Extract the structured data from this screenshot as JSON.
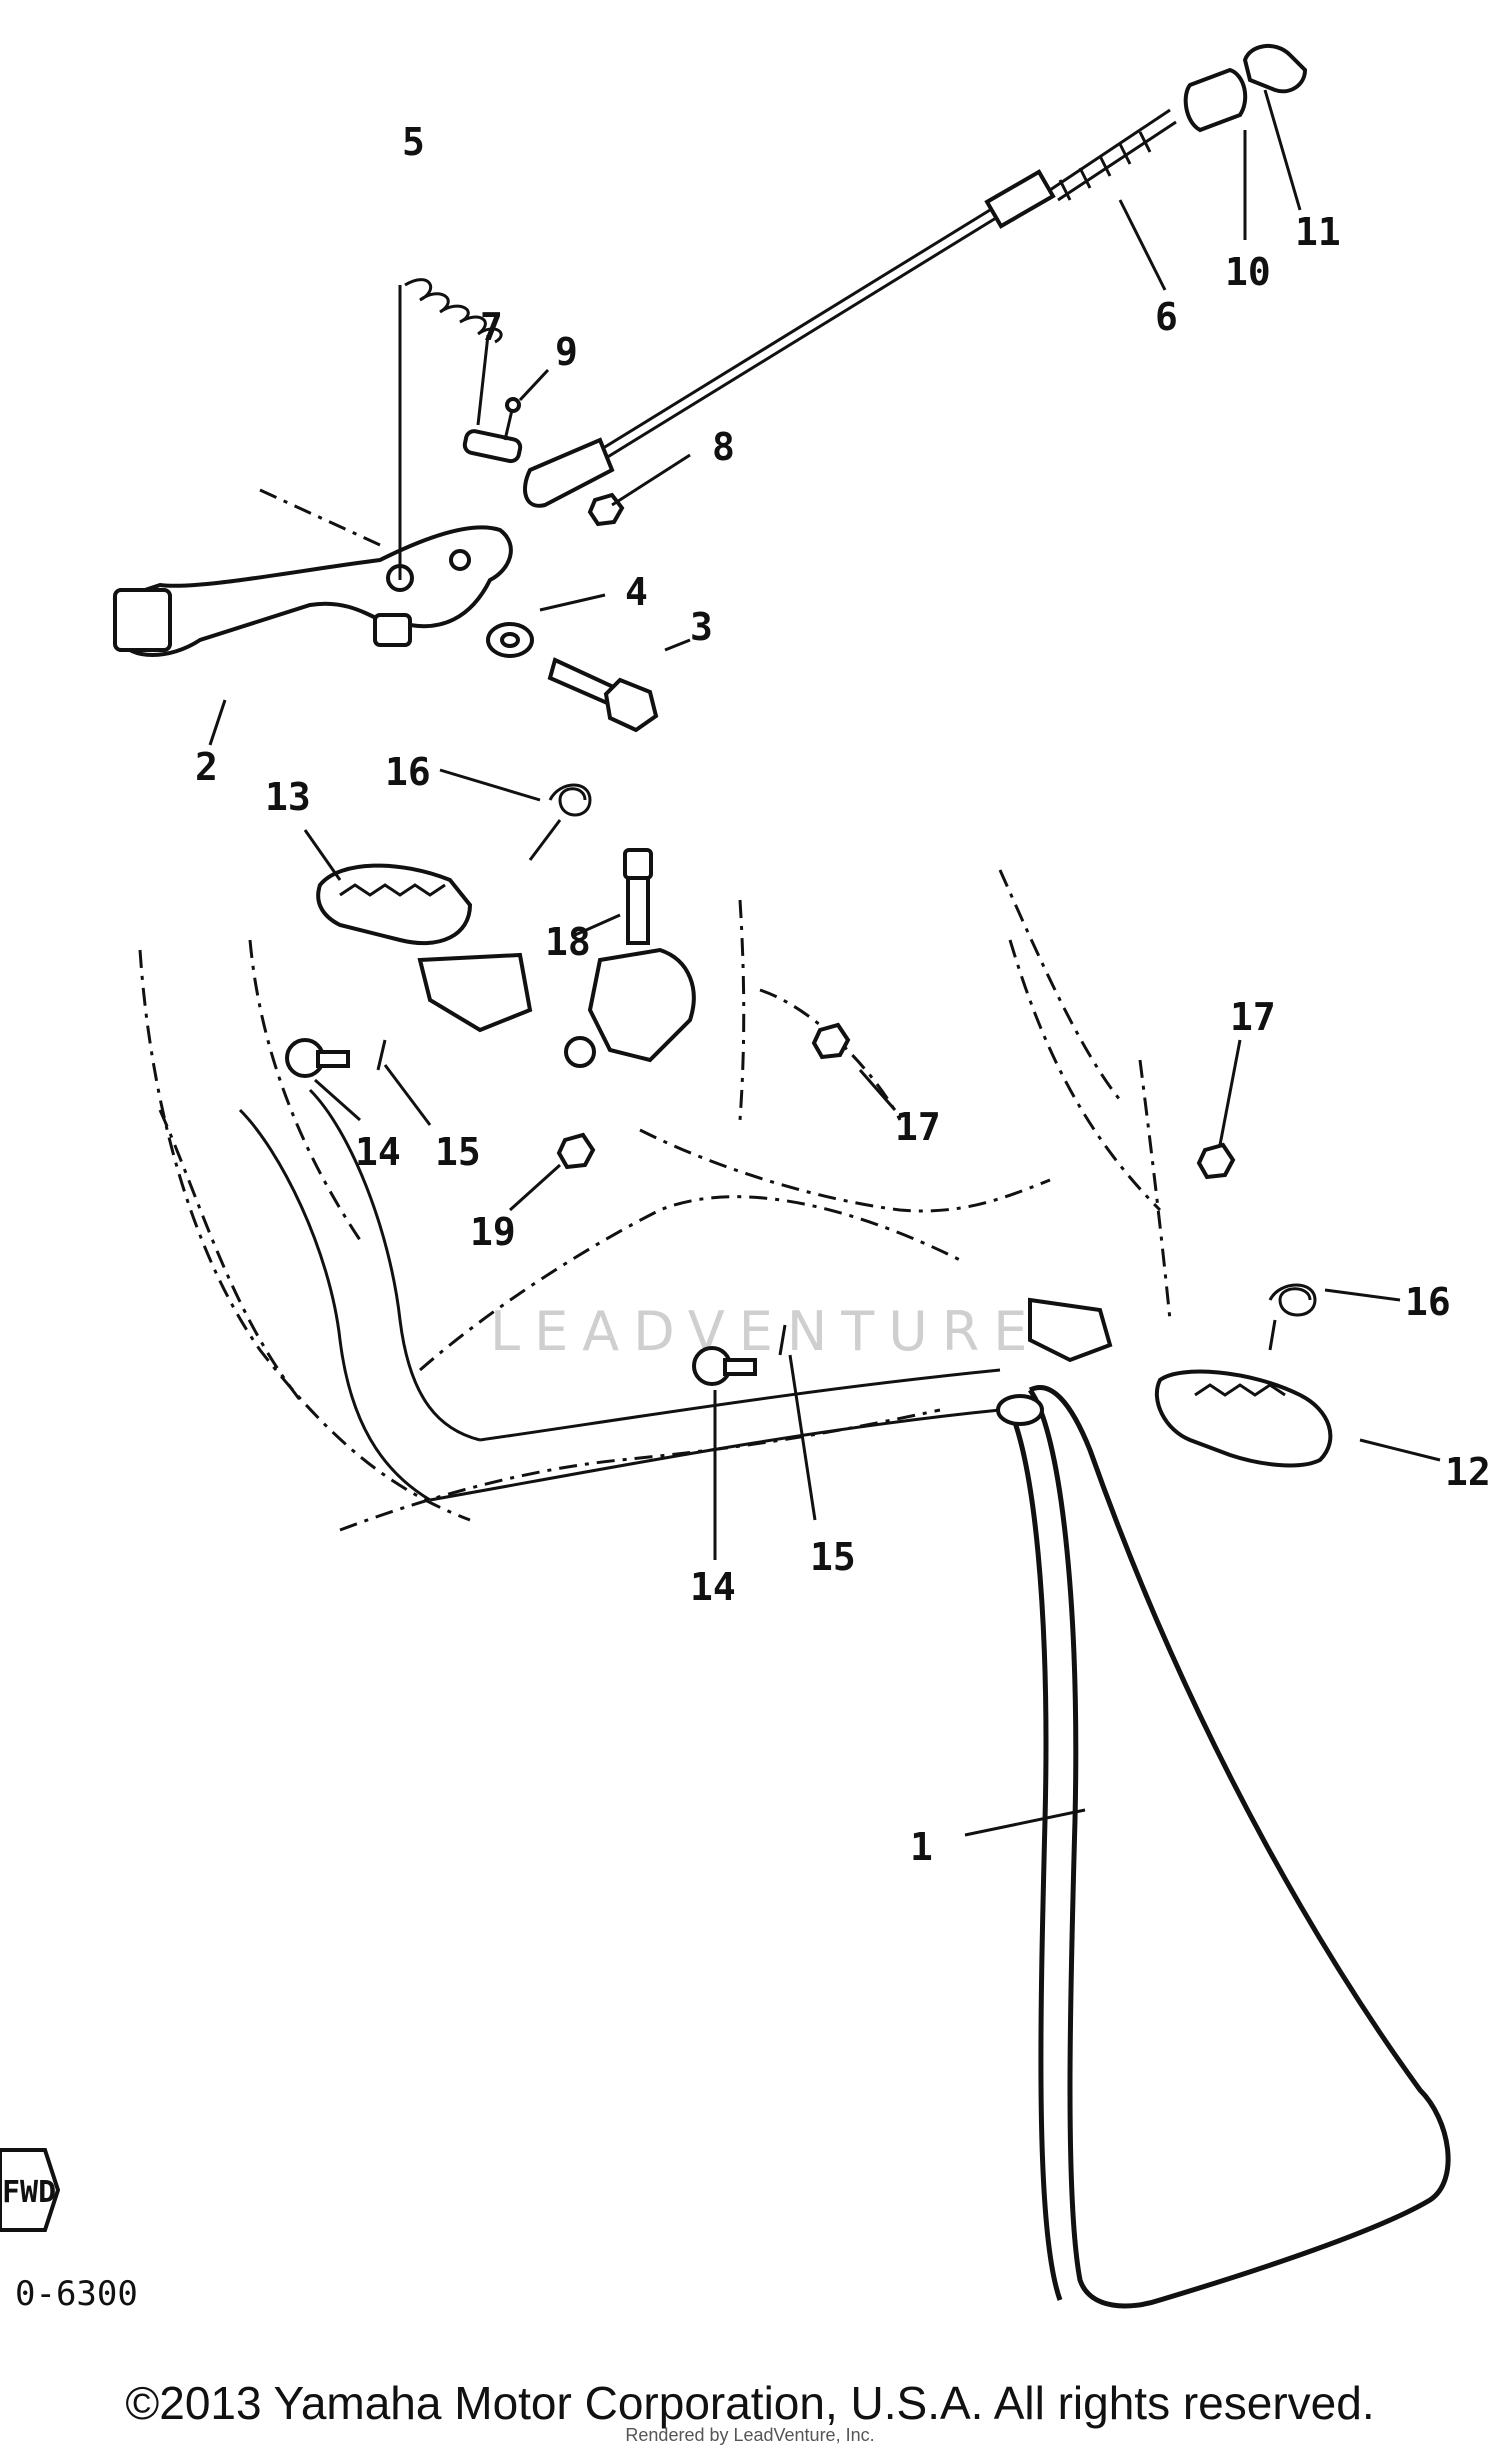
{
  "diagram": {
    "callouts": [
      "1",
      "2",
      "3",
      "4",
      "5",
      "6",
      "7",
      "8",
      "9",
      "10",
      "11",
      "12",
      "13",
      "14",
      "15",
      "16",
      "17",
      "18",
      "19",
      "14",
      "15",
      "16",
      "17"
    ],
    "fwd_label": "FWD",
    "drawing_code": "0-6300",
    "watermark": "LEADVENTURE"
  },
  "footer": {
    "copyright": "©2013 Yamaha Motor Corporation, U.S.A. All rights reserved.",
    "rendered_by": "Rendered by LeadVenture, Inc."
  }
}
